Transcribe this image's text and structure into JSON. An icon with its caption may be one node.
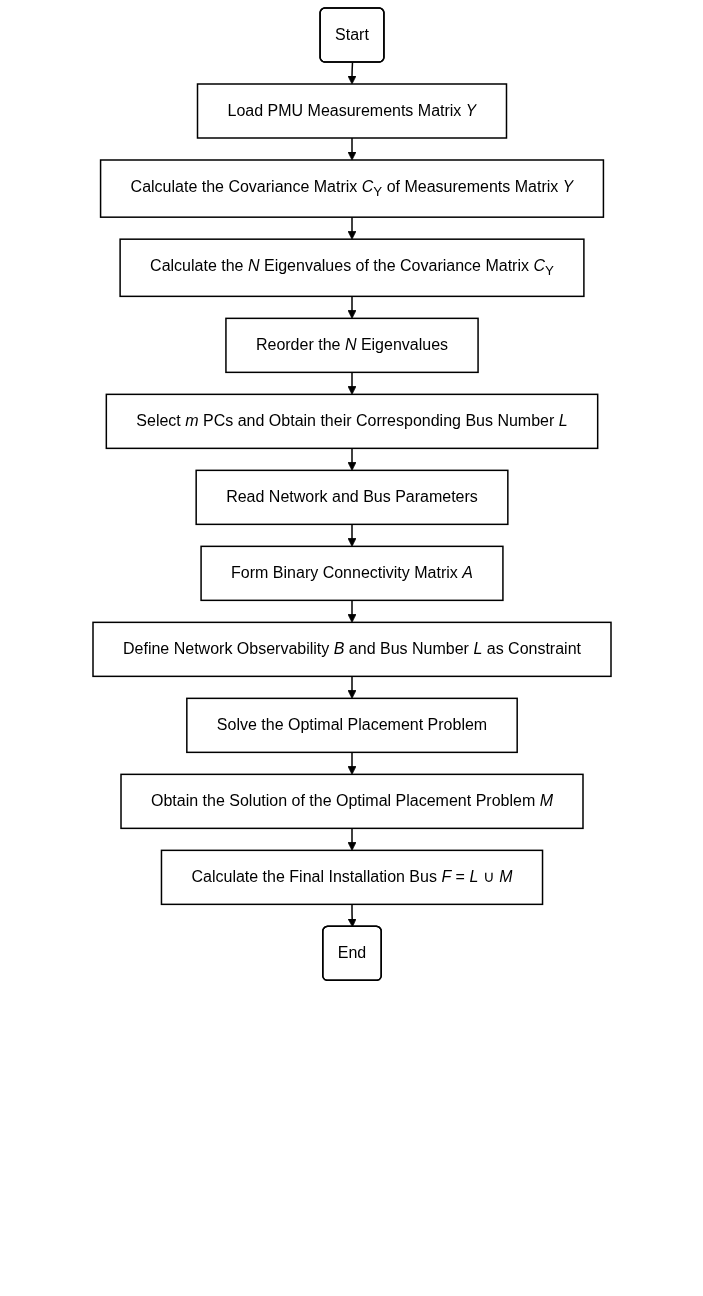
{
  "diagram": {
    "nodes": [
      {
        "text": [
          "Start"
        ]
      },
      {
        "text": [
          "Load PMU Measurements Matrix *Y*"
        ]
      },
      {
        "text": [
          "Calculate the Covariance Matrix *C*$_{Y}$ of Measurements Matrix *Y*"
        ]
      },
      {
        "text": [
          "Calculate the *N* Eigenvalues of the Covariance Matrix *C*$_{Y}$"
        ]
      },
      {
        "text": [
          "Reorder the *N* Eigenvalues"
        ]
      },
      {
        "text": [
          "Select *m* PCs and Obtain their Corresponding Bus Number *L*"
        ]
      },
      {
        "text": [
          "Read Network and Bus Parameters"
        ]
      },
      {
        "text": [
          "Form Binary Connectivity Matrix *A*"
        ]
      },
      {
        "text": [
          "Define Network Observability *B* and Bus Number *L* as Constraint"
        ]
      },
      {
        "text": [
          "Solve the Optimal Placement Problem"
        ]
      },
      {
        "text": [
          "Obtain the Solution of the Optimal Placement Problem *M*"
        ]
      },
      {
        "text": [
          "Calculate the Final Installation Bus *F* = *L* ∪ *M*"
        ]
      },
      {
        "text": [
          "End"
        ]
      }
    ],
    "edges": [
      {
        "from": 0,
        "to": 1,
        "arrow": "to"
      },
      {
        "from": 1,
        "to": 2,
        "arrow": "to"
      },
      {
        "from": 2,
        "to": 3,
        "arrow": "to"
      },
      {
        "from": 3,
        "to": 4,
        "arrow": "to"
      },
      {
        "from": 4,
        "to": 5,
        "arrow": "to"
      },
      {
        "from": 5,
        "to": 6,
        "arrow": "to"
      },
      {
        "from": 6,
        "to": 7,
        "arrow": "to"
      },
      {
        "from": 7,
        "to": 8,
        "arrow": "to"
      },
      {
        "from": 8,
        "to": 9,
        "arrow": "to"
      },
      {
        "from": 9,
        "to": 10,
        "arrow": "to"
      },
      {
        "from": 10,
        "to": 11,
        "arrow": "to"
      },
      {
        "from": 11,
        "to": 12,
        "arrow": "to"
      }
    ]
  }
}
